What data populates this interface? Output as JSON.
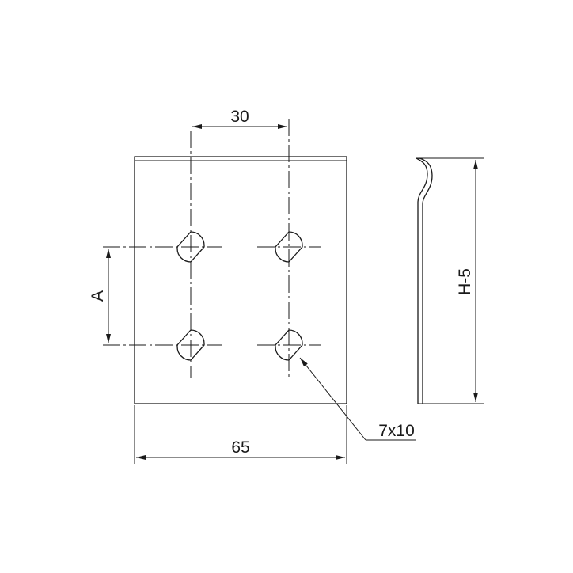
{
  "drawing": {
    "dim_hole_spacing_x": "30",
    "dim_hole_spacing_y": "A",
    "dim_width": "65",
    "dim_height": "H-5",
    "hole_size": "7x10"
  },
  "colors": {
    "line": "#1a1a1a",
    "background": "#ffffff"
  }
}
